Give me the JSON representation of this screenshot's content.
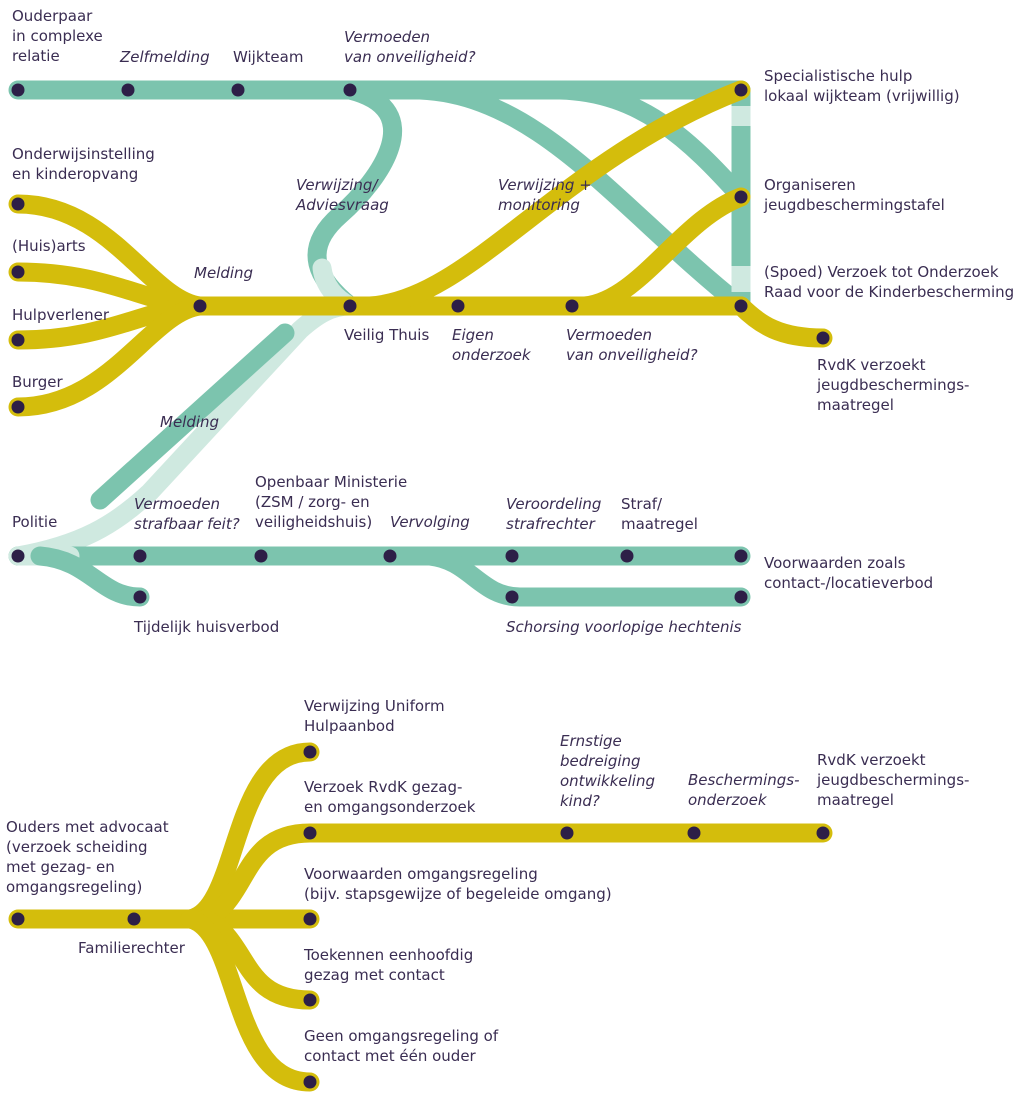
{
  "colors": {
    "teal": "#7cc4ae",
    "teal_light": "#cfe9e0",
    "yellow": "#d4bd0c",
    "stop": "#2d1f47",
    "text": "#3a2d52"
  },
  "labels": {
    "ouderpaar": [
      "Ouderpaar",
      "in complexe",
      "relatie"
    ],
    "zelfmelding": "Zelfmelding",
    "wijkteam": "Wijkteam",
    "vermoeden_top": [
      "Vermoeden",
      "van onveiligheid?"
    ],
    "specialistische": [
      "Specialistische hulp",
      "lokaal wijkteam (vrijwillig)"
    ],
    "onderwijs": [
      "Onderwijsinstelling",
      "en kinderopvang"
    ],
    "huisarts": "(Huis)arts",
    "hulpverlener": "Hulpverlener",
    "burger": "Burger",
    "melding_mid": "Melding",
    "verwijzing_advies": [
      "Verwijzing/",
      "Adviesvraag"
    ],
    "verwijzing_monitoring": [
      "Verwijzing +",
      "monitoring"
    ],
    "organiseren": [
      "Organiseren",
      "jeugdbeschermingstafel"
    ],
    "spoed": [
      "(Spoed) Verzoek tot Onderzoek",
      "Raad voor de Kinderbescherming"
    ],
    "veilig_thuis": "Veilig Thuis",
    "eigen_onderzoek": [
      "Eigen",
      "onderzoek"
    ],
    "vermoeden_mid": [
      "Vermoeden",
      "van onveiligheid?"
    ],
    "rvdk_top": [
      "RvdK verzoekt",
      "jeugdbeschermings-",
      "maatregel"
    ],
    "melding_politie": "Melding",
    "politie": "Politie",
    "vermoeden_strafbaar": [
      "Vermoeden",
      "strafbaar feit?"
    ],
    "openbaar_ministerie": [
      "Openbaar Ministerie",
      "(ZSM / zorg- en",
      "veiligheidshuis)"
    ],
    "vervolging": "Vervolging",
    "veroordeling": [
      "Veroordeling",
      "strafrechter"
    ],
    "straf": [
      "Straf/",
      "maatregel"
    ],
    "voorwaarden_contact": [
      "Voorwaarden zoals",
      "contact-/locatieverbod"
    ],
    "tijdelijk_huisverbod": "Tijdelijk huisverbod",
    "schorsing": "Schorsing voorlopige hechtenis",
    "verwijzing_uniform": [
      "Verwijzing Uniform",
      "Hulpaanbod"
    ],
    "verzoek_rvdk": [
      "Verzoek RvdK gezag-",
      "en omgangsonderzoek"
    ],
    "ernstige": [
      "Ernstige",
      "bedreiging",
      "ontwikkeling",
      "kind?"
    ],
    "beschermings": [
      "Beschermings-",
      "onderzoek"
    ],
    "rvdk_bottom": [
      "RvdK verzoekt",
      "jeugdbeschermings-",
      "maatregel"
    ],
    "ouders_advocaat": [
      "Ouders met advocaat",
      "(verzoek scheiding",
      "met gezag- en",
      "omgangsregeling)"
    ],
    "voorwaarden_omgang": [
      "Voorwaarden omgangsregeling",
      "(bijv. stapsgewijze of begeleide omgang)"
    ],
    "familierechter": "Familierechter",
    "toekennen": [
      "Toekennen eenhoofdig",
      "gezag met contact"
    ],
    "geen_omgang": [
      "Geen omgangsregeling of",
      "contact met één ouder"
    ]
  }
}
